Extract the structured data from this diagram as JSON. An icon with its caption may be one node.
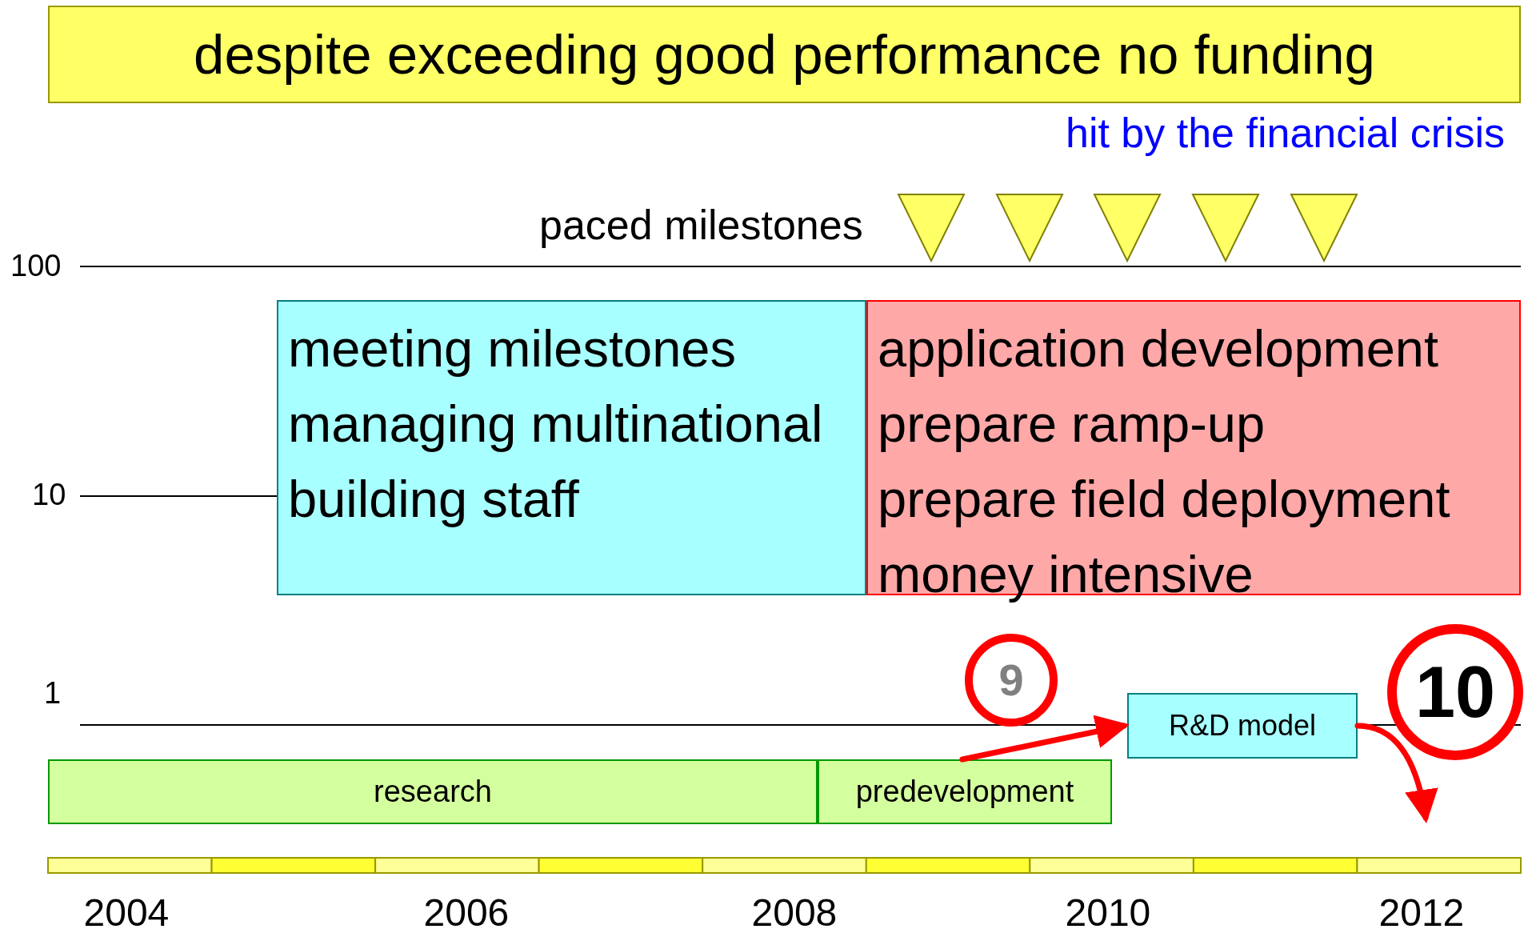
{
  "diagram": {
    "nodes": [
      {
        "text": [
          "despite exceeding good performance no funding"
        ]
      },
      {
        "text": [
          "meeting milestones",
          "managing multinational",
          "building staff"
        ]
      },
      {
        "text": [
          "application development",
          "prepare ramp-up",
          "prepare field deployment",
          "money intensive"
        ]
      },
      {
        "text": [
          "9"
        ]
      },
      {
        "text": [
          "10"
        ]
      },
      {
        "text": [
          "R&D model"
        ]
      },
      {
        "text": [
          "research"
        ]
      },
      {
        "text": [
          "predevelopment"
        ]
      },
      {
        "text": [],
        "shape": "triangle"
      },
      {
        "text": [],
        "shape": "triangle"
      },
      {
        "text": [],
        "shape": "triangle"
      },
      {
        "text": [],
        "shape": "triangle"
      },
      {
        "text": [],
        "shape": "triangle"
      }
    ],
    "edges": [
      {
        "from": 7,
        "to": 5,
        "arrow": "to"
      },
      {
        "from": 5,
        "to": null,
        "arrow": "to"
      }
    ],
    "labels": [
      "hit by the financial crisis",
      "paced milestones",
      "100",
      "10",
      "1",
      "2004",
      "2006",
      "2008",
      "2010",
      "2012"
    ]
  }
}
